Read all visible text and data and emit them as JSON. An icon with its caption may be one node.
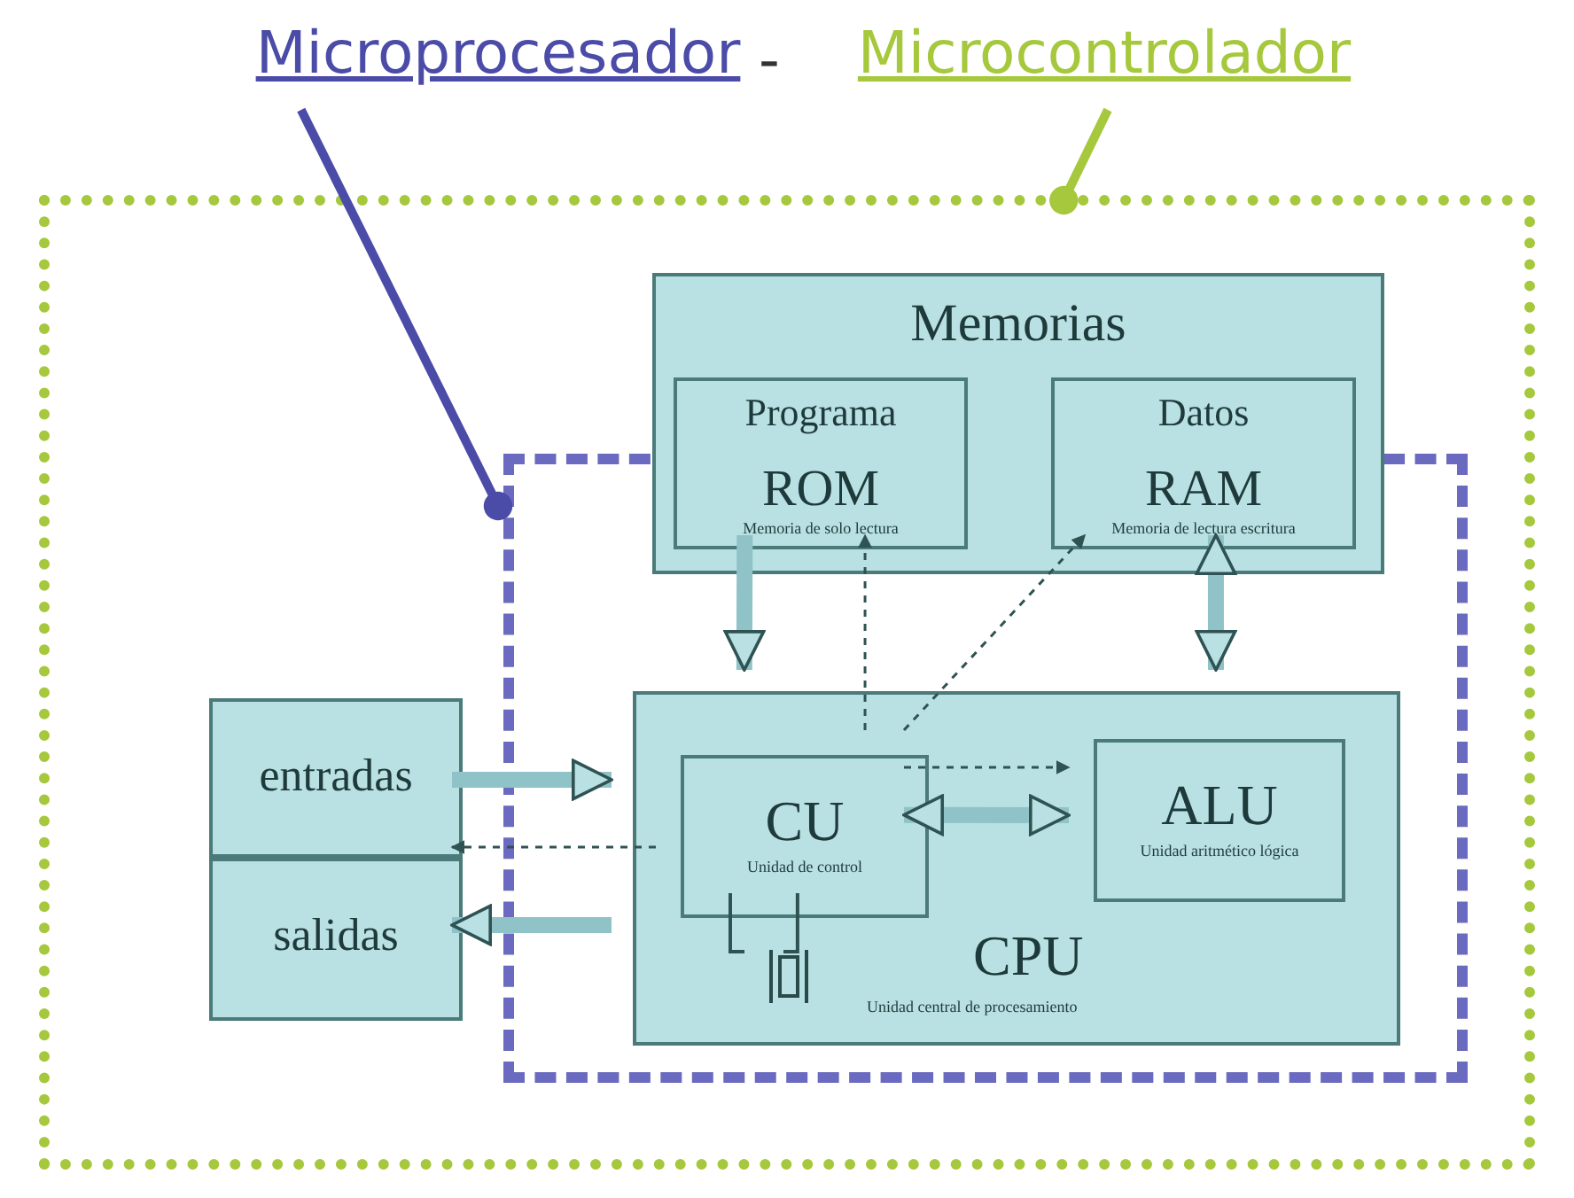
{
  "diagram": {
    "nodes": [
      {
        "text": [
          "Microprocesador"
        ]
      },
      {
        "text": [
          "Microcontrolador"
        ]
      },
      {
        "text": [],
        "shape": "box"
      },
      {
        "text": [],
        "shape": "box",
        "in": 2
      },
      {
        "text": [
          "Memorias"
        ],
        "in": 2
      },
      {
        "text": [
          "Programa",
          "ROM",
          "Memoria de solo lectura"
        ],
        "in": 4
      },
      {
        "text": [
          "Datos",
          "RAM",
          "Memoria de lectura escritura"
        ],
        "in": 4
      },
      {
        "text": [
          "CPU",
          "Unidad central de procesamiento"
        ],
        "in": 3
      },
      {
        "text": [
          "CU",
          "Unidad de control"
        ],
        "in": 7
      },
      {
        "text": [
          "ALU",
          "Unidad aritmético lógica"
        ],
        "in": 7
      },
      {
        "text": [],
        "shape": "picture",
        "in": 7
      },
      {
        "text": [
          "entradas"
        ],
        "in": 2
      },
      {
        "text": [
          "salidas"
        ],
        "in": 2
      }
    ],
    "edges": [
      {
        "from": 0,
        "to": 3,
        "arrow": "other",
        "color": "#4b4ba8"
      },
      {
        "from": 1,
        "to": 2,
        "arrow": "other",
        "color": "#a5c83c"
      },
      {
        "from": 5,
        "to": 7,
        "arrow": "to",
        "style": "thick",
        "color": "#8fc3c7"
      },
      {
        "from": 6,
        "to": 7,
        "arrow": "both",
        "style": "thick",
        "color": "#8fc3c7"
      },
      {
        "from": 11,
        "to": 7,
        "arrow": "to",
        "style": "thick",
        "color": "#8fc3c7"
      },
      {
        "from": 7,
        "to": 12,
        "arrow": "to",
        "style": "thick",
        "color": "#8fc3c7"
      },
      {
        "from": 8,
        "to": 9,
        "arrow": "both",
        "style": "thick",
        "color": "#8fc3c7"
      },
      {
        "from": 8,
        "to": 9,
        "arrow": "to",
        "style": "dashed"
      },
      {
        "from": 8,
        "to": 5,
        "arrow": "to",
        "style": "dashed"
      },
      {
        "from": 8,
        "to": 6,
        "arrow": "to",
        "style": "dashed"
      },
      {
        "from": 8,
        "to": 11,
        "arrow": "to",
        "style": "dashed"
      },
      {
        "from": 8,
        "to": 10,
        "arrow": "none"
      },
      {
        "from": 8,
        "to": 10,
        "arrow": "none"
      }
    ],
    "labels": [
      "-"
    ]
  }
}
